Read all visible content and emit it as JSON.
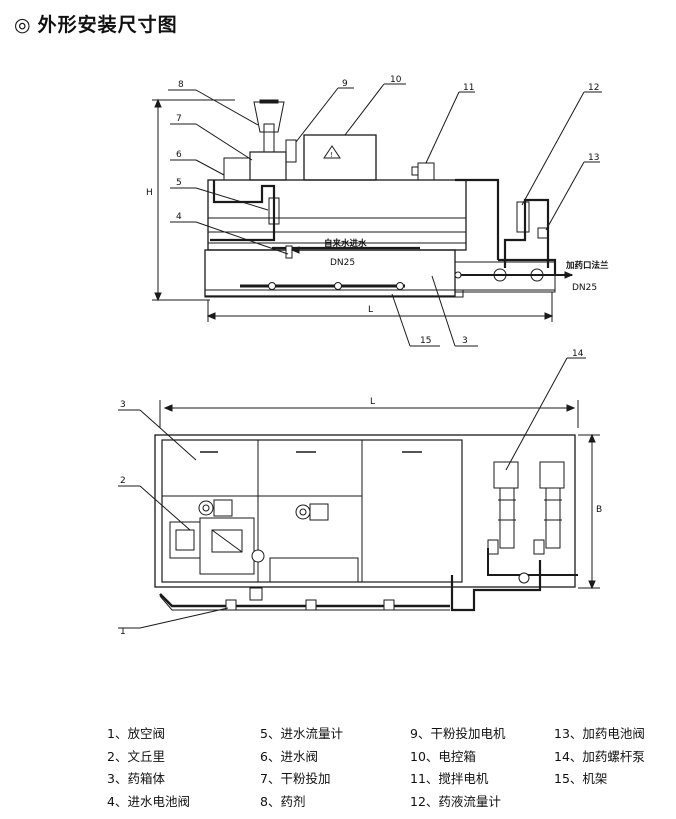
{
  "header": {
    "symbol": "◎",
    "title": "外形安装尺寸图"
  },
  "front_view": {
    "callouts": [
      "8",
      "9",
      "10",
      "11",
      "12",
      "13",
      "7",
      "6",
      "5",
      "4",
      "15",
      "3"
    ],
    "dim_H": "H",
    "dim_L": "L",
    "inlet_label": "自来水进水",
    "inlet_size": "DN25",
    "outlet_label": "加药口法兰",
    "outlet_size": "DN25"
  },
  "top_view": {
    "callouts": [
      "14",
      "3",
      "2",
      "1"
    ],
    "dim_L": "L",
    "dim_B": "B"
  },
  "legend": [
    [
      "1、放空阀",
      "5、进水流量计",
      "9、干粉投加电机",
      "13、加药电池阀"
    ],
    [
      "2、文丘里",
      "6、进水阀",
      "10、电控箱",
      "14、加药螺杆泵"
    ],
    [
      "3、药箱体",
      "7、干粉投加",
      "11、搅拌电机",
      "15、机架"
    ],
    [
      "4、进水电池阀",
      "8、药剂",
      "12、药液流量计",
      ""
    ]
  ],
  "colors": {
    "line": "#1a1a1a"
  }
}
